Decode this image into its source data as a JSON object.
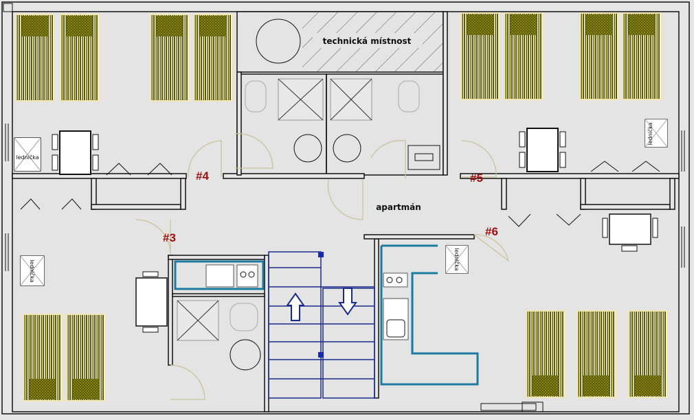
{
  "rooms": {
    "technical_room": "technická místnost",
    "apartment": "apartmán",
    "room_3": "#3",
    "room_4": "#4",
    "room_5": "#5",
    "room_6": "#6"
  },
  "fridge_label": "lednička",
  "fridges": [
    "lednička",
    "lednička",
    "lednička",
    "lednička"
  ],
  "colors": {
    "bed": "#5a5a00",
    "room_number": "#a01010",
    "kitchen_counter": "#1a7aa0",
    "stairs": "#1a2a8a",
    "door_arc": "#c8c49a"
  }
}
